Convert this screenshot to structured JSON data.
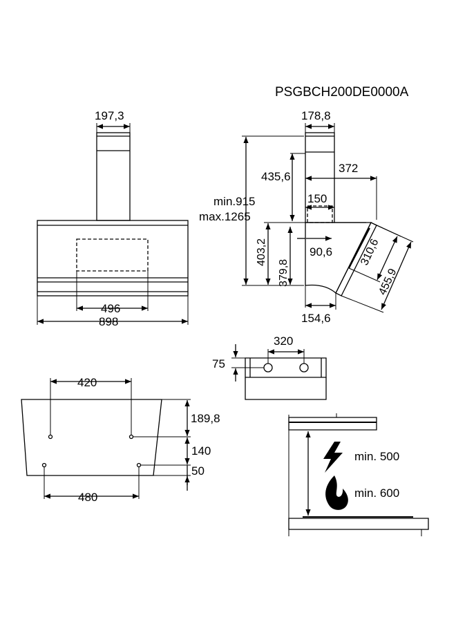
{
  "product_code": "PSGBCH200DE0000A",
  "front_view": {
    "chimney_width": "197,3",
    "inner_width": "496",
    "total_width": "898"
  },
  "side_view": {
    "chimney_depth": "178,8",
    "chimney_height": "435,6",
    "depth": "372",
    "outlet": "150",
    "height_range_min": "min.915",
    "height_range_max": "max.1265",
    "height_a": "403,2",
    "height_b": "379,8",
    "offset": "90,6",
    "panel_a": "310,6",
    "panel_b": "455,9",
    "bottom_depth": "154,6"
  },
  "bracket_view": {
    "hole_spacing": "320",
    "hole_height": "75"
  },
  "wall_mount_view": {
    "top_spacing": "420",
    "bottom_spacing": "480",
    "upper_height": "189,8",
    "middle_height": "140",
    "bottom_height": "50"
  },
  "clearance_view": {
    "electric_min": "min. 500",
    "gas_min": "min. 600",
    "electric_icon": "lightning-icon",
    "gas_icon": "flame-icon"
  }
}
